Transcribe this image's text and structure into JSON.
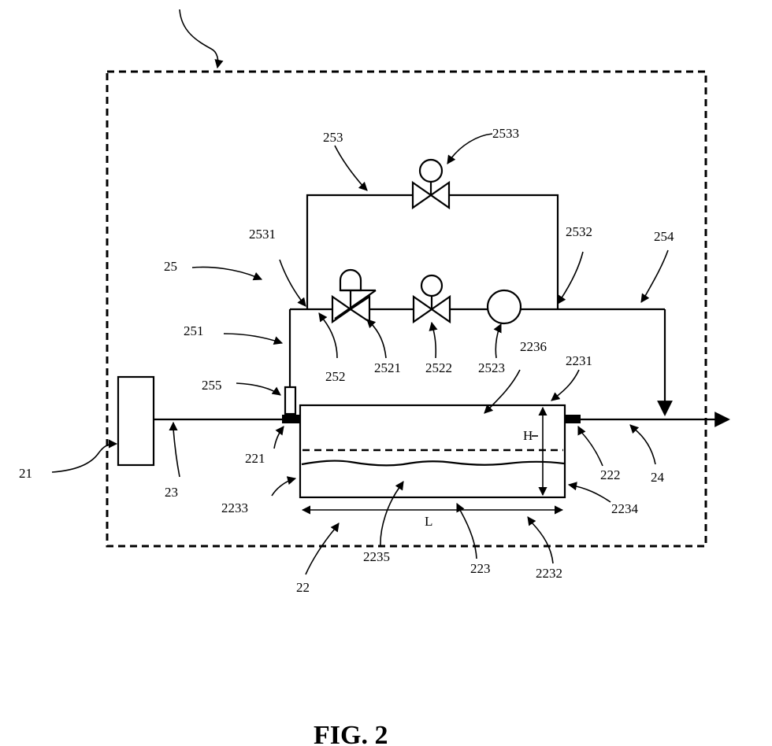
{
  "figure": {
    "caption": "FIG. 2",
    "labels": {
      "l21": "21",
      "l22": "22",
      "l23": "23",
      "l24": "24",
      "l25": "25",
      "l221": "221",
      "l222": "222",
      "l223": "223",
      "l251": "251",
      "l252": "252",
      "l253": "253",
      "l254": "254",
      "l255": "255",
      "l2231": "2231",
      "l2232": "2232",
      "l2233": "2233",
      "l2234": "2234",
      "l2235": "2235",
      "l2236": "2236",
      "l2521": "2521",
      "l2522": "2522",
      "l2523": "2523",
      "l2531": "2531",
      "l2532": "2532",
      "l2533": "2533",
      "lH": "H",
      "lL": "L"
    },
    "components": {
      "source_unit": "box-21",
      "tank": "tank-22",
      "valve_2521": "pressure-reducing-valve-icon",
      "valve_2522": "valve-icon",
      "valve_2533": "valve-icon",
      "gauge_2523": "gauge-icon",
      "sensor_255": "sensor-icon"
    }
  }
}
